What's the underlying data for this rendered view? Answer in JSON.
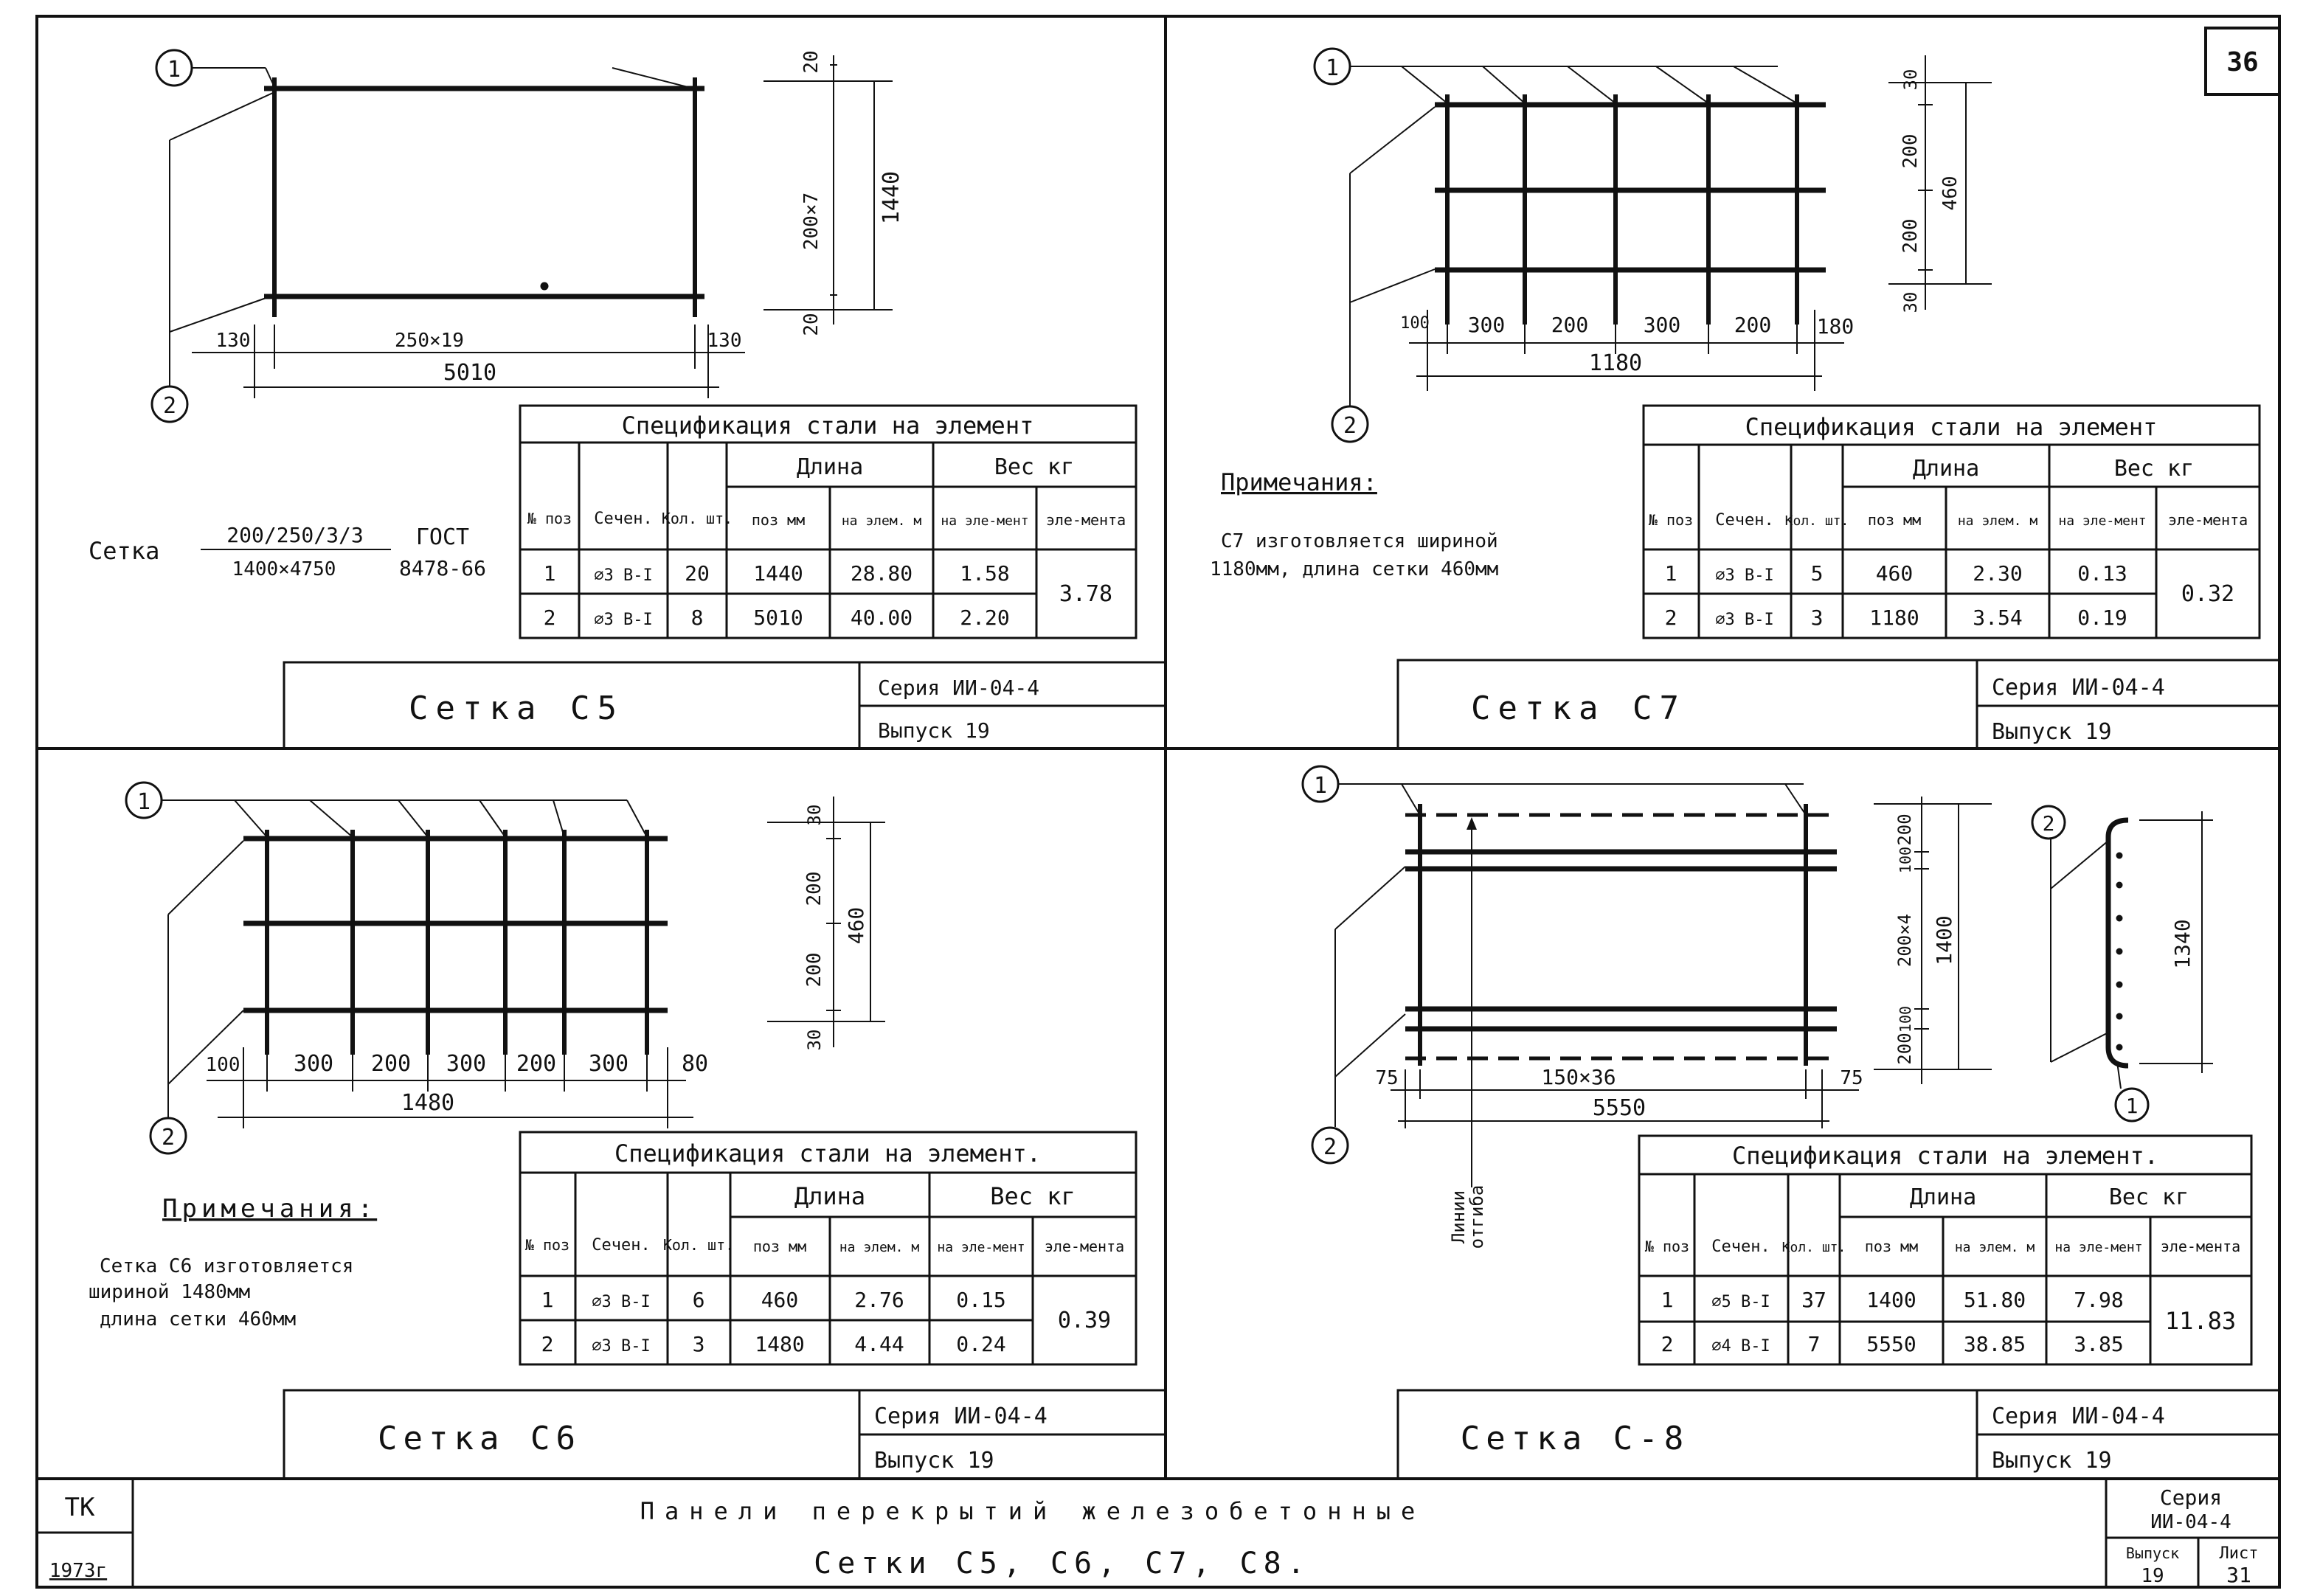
{
  "sheet_no": "36",
  "labels": {
    "spec_title": "Спецификация стали на элемент",
    "spec_title_dot": "Спецификация стали на элемент.",
    "col_no": "№ поз",
    "col_sech": "Сечен.",
    "col_kol": "Кол. шт.",
    "col_dlina": "Длина",
    "col_ves": "Вес кг",
    "col_poz_mm": "поз мм",
    "col_elem_m": "на элем. м",
    "col_na_elem": "на эле-мент",
    "col_elementa": "эле-мента",
    "series_prefix": "Серия",
    "issue_prefix": "Выпуск",
    "notes_heading": "Примечания:"
  },
  "panels": {
    "c5": {
      "title": "Сетка С5",
      "series": "Серия ИИ-04-4",
      "issue": "Выпуск 19",
      "callouts": [
        "1",
        "2"
      ],
      "dims": {
        "top": "20",
        "bottom": "20",
        "span": "200×7",
        "total": "1440",
        "left": "130",
        "mid": "250×19",
        "right": "130",
        "overall": "5010"
      },
      "mesh_spec": {
        "label": "Сетка",
        "fraction_top": "200/250/3/3",
        "fraction_bottom": "1400×4750",
        "gost_1": "ГОСТ",
        "gost_2": "8478-66"
      },
      "rows": [
        {
          "poz": "1",
          "sech": "⌀3 В-I",
          "kol": "20",
          "len_mm": "1440",
          "len_m": "28.80",
          "w_elem": "1.58"
        },
        {
          "poz": "2",
          "sech": "⌀3 В-I",
          "kol": "8",
          "len_mm": "5010",
          "len_m": "40.00",
          "w_elem": "2.20"
        }
      ],
      "total": "3.78"
    },
    "c7": {
      "title": "Сетка С7",
      "series": "Серия ИИ-04-4",
      "issue": "Выпуск 19",
      "callouts": [
        "1",
        "2"
      ],
      "dims_v": [
        "30",
        "200",
        "200",
        "30"
      ],
      "dim_total_v": "460",
      "dims_h": [
        "100",
        "300",
        "200",
        "300",
        "200",
        "180"
      ],
      "dim_total_h": "1180",
      "notes": [
        "С7 изготовляется шириной",
        "1180мм, длина сетки 460мм"
      ],
      "rows": [
        {
          "poz": "1",
          "sech": "⌀3 В-I",
          "kol": "5",
          "len_mm": "460",
          "len_m": "2.30",
          "w_elem": "0.13"
        },
        {
          "poz": "2",
          "sech": "⌀3 В-I",
          "kol": "3",
          "len_mm": "1180",
          "len_m": "3.54",
          "w_elem": "0.19"
        }
      ],
      "total": "0.32"
    },
    "c6": {
      "title": "Сетка С6",
      "series": "Серия ИИ-04-4",
      "issue": "Выпуск 19",
      "callouts": [
        "1",
        "2"
      ],
      "dims_v": [
        "30",
        "200",
        "200",
        "30"
      ],
      "dim_total_v": "460",
      "dims_h": [
        "100",
        "300",
        "200",
        "300",
        "200",
        "300",
        "80"
      ],
      "dim_total_h": "1480",
      "notes": [
        "Сетка С6 изготовляется",
        "шириной 1480мм",
        "длина сетки 460мм"
      ],
      "rows": [
        {
          "poz": "1",
          "sech": "⌀3 В-I",
          "kol": "6",
          "len_mm": "460",
          "len_m": "2.76",
          "w_elem": "0.15"
        },
        {
          "poz": "2",
          "sech": "⌀3 В-I",
          "kol": "3",
          "len_mm": "1480",
          "len_m": "4.44",
          "w_elem": "0.24"
        }
      ],
      "total": "0.39"
    },
    "c8": {
      "title": "Сетка С-8",
      "series": "Серия ИИ-04-4",
      "issue": "Выпуск 19",
      "callouts": [
        "1",
        "2",
        "2",
        "1"
      ],
      "dims_v": [
        "200",
        "100",
        "200×4",
        "100",
        "200"
      ],
      "dim_total_v": "1400",
      "dims_h": [
        "75",
        "150×36",
        "75"
      ],
      "dim_total_h": "5550",
      "side_dim": "1340",
      "bend_label": [
        "Линии",
        "отгиба"
      ],
      "rows": [
        {
          "poz": "1",
          "sech": "⌀5 В-I",
          "kol": "37",
          "len_mm": "1400",
          "len_m": "51.80",
          "w_elem": "7.98"
        },
        {
          "poz": "2",
          "sech": "⌀4 В-I",
          "kol": "7",
          "len_mm": "5550",
          "len_m": "38.85",
          "w_elem": "3.85"
        }
      ],
      "total": "11.83"
    }
  },
  "title_block": {
    "tk": "ТК",
    "year": "1973г",
    "heading": "Панели перекрытий железобетонные",
    "subheading": "Сетки С5, С6, С7, С8.",
    "series_label": "Серия",
    "series_value": "ИИ-04-4",
    "issue_label": "Выпуск",
    "issue_value": "19",
    "sheet_label": "Лист",
    "sheet_value": "31"
  }
}
